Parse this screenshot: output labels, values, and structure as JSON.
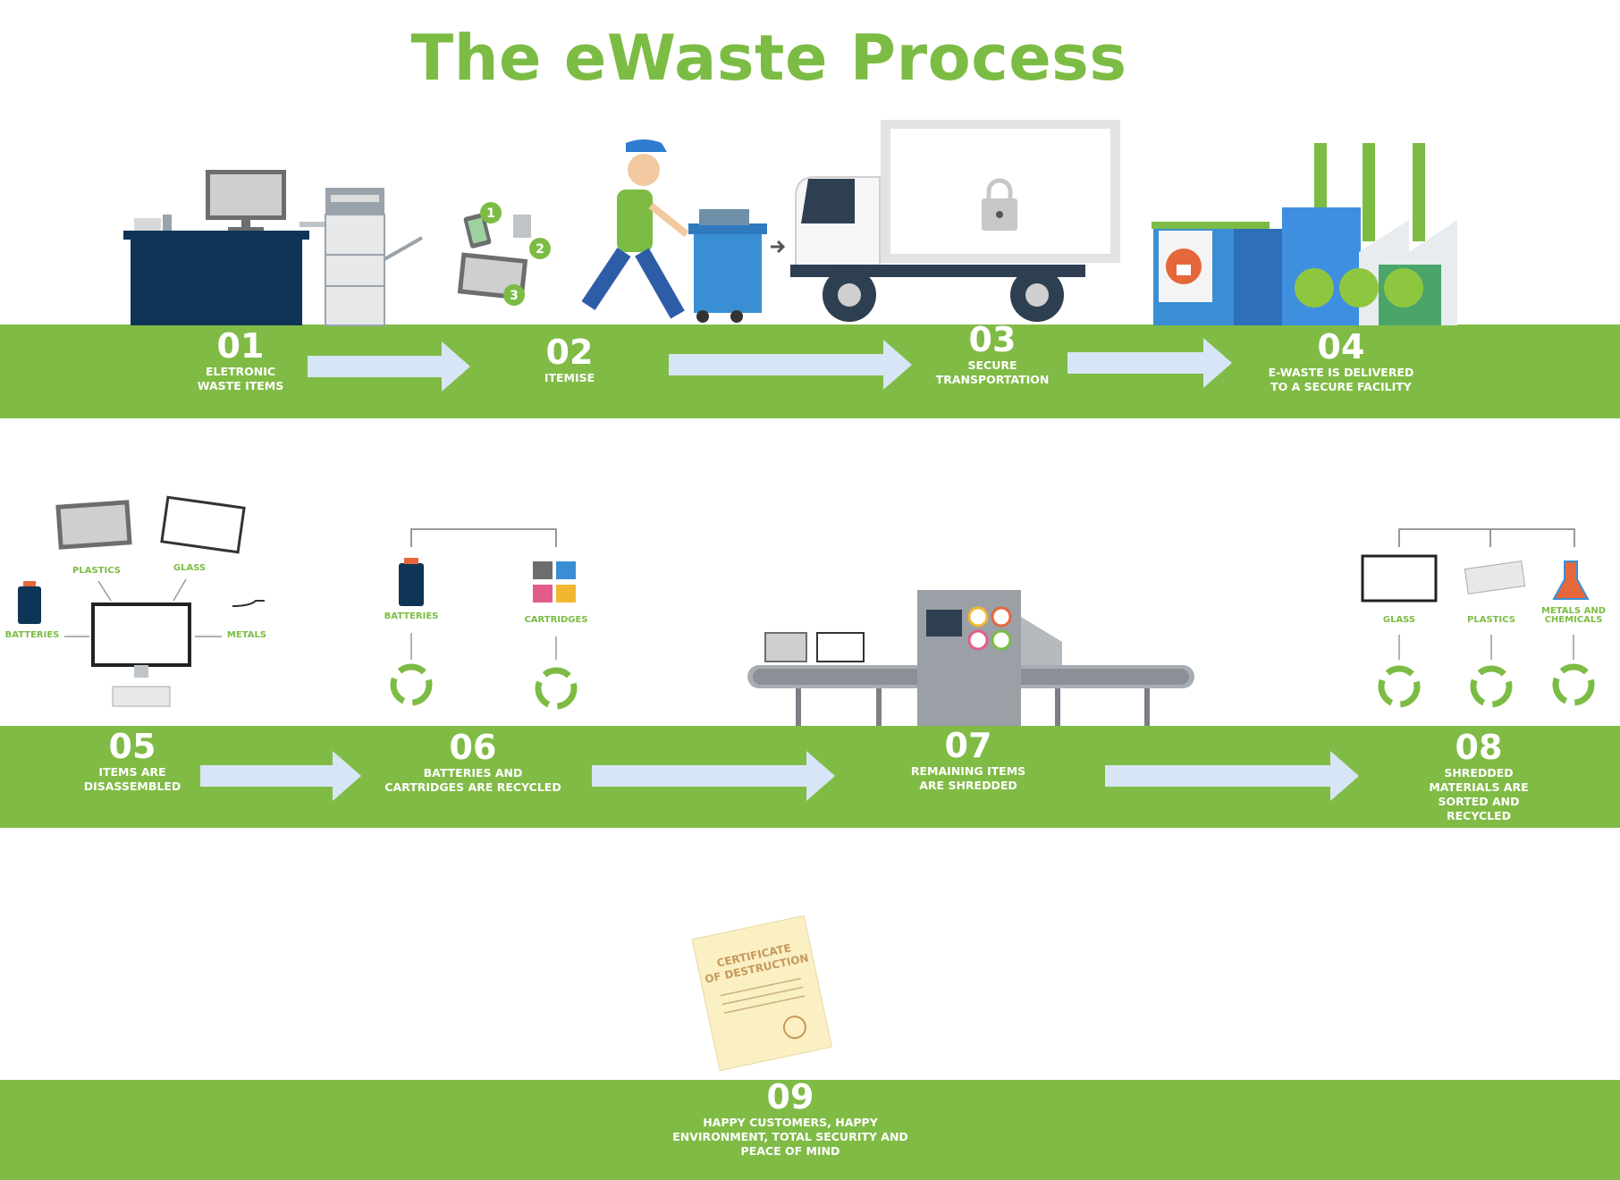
{
  "title": "The eWaste Process",
  "steps": [
    {
      "num": "01",
      "label": "ELETRONIC\nWASTE ITEMS"
    },
    {
      "num": "02",
      "label": "ITEMISE"
    },
    {
      "num": "03",
      "label": "SECURE\nTRANSPORTATION"
    },
    {
      "num": "04",
      "label": "E-WASTE IS DELIVERED\nTO A SECURE FACILITY"
    },
    {
      "num": "05",
      "label": "ITEMS ARE\nDISASSEMBLED"
    },
    {
      "num": "06",
      "label": "BATTERIES AND\nCARTRIDGES ARE RECYCLED"
    },
    {
      "num": "07",
      "label": "REMAINING ITEMS\nARE SHREDDED"
    },
    {
      "num": "08",
      "label": "SHREDDED MATERIALS ARE\nSORTED AND RECYCLED"
    },
    {
      "num": "09",
      "label": "HAPPY CUSTOMERS, HAPPY\nENVIRONMENT, TOTAL SECURITY AND\nPEACE OF MIND"
    }
  ],
  "itemise_numbers": [
    "1",
    "2",
    "3"
  ],
  "disassembly_labels": {
    "plastics": "PLASTICS",
    "glass": "GLASS",
    "batteries": "BATTERIES",
    "metals": "METALS"
  },
  "recycle_labels": {
    "batteries": "BATTERIES",
    "cartridges": "CARTRIDGES"
  },
  "sorted_labels": {
    "glass": "GLASS",
    "plastics": "PLASTICS",
    "metals_1": "METALS AND",
    "metals_2": "CHEMICALS"
  },
  "certificate": {
    "line1": "CERTIFICATE",
    "line2": "OF DESTRUCTION"
  },
  "colors": {
    "green": "#80bb45",
    "title_green": "#7cbc44",
    "arrow": "#d6e6f6",
    "navy": "#0f3556",
    "blue": "#3a8fd4"
  }
}
